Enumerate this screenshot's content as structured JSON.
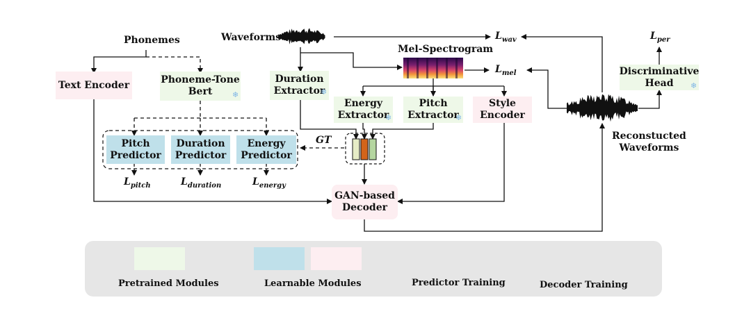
{
  "labels": {
    "phonemes": "Phonemes",
    "waveforms": "Waveforms",
    "mel_spectrogram": "Mel-Spectrogram",
    "reconstructed_waveforms": "Reconstucted\nWaveforms",
    "gt": "GT"
  },
  "modules": {
    "text_encoder": "Text Encoder",
    "phoneme_tone_bert": "Phoneme-Tone\nBert",
    "duration_extractor": "Duration\nExtractor",
    "energy_extractor": "Energy\nExtractor",
    "pitch_extractor": "Pitch\nExtractor",
    "style_encoder": "Style\nEncoder",
    "pitch_predictor": "Pitch\nPredictor",
    "duration_predictor": "Duration\nPredictor",
    "energy_predictor": "Energy\nPredictor",
    "gan_decoder": "GAN-based\nDecoder",
    "discriminative_head": "Discriminative\nHead"
  },
  "losses": {
    "wav": {
      "base": "L",
      "sub": "wav"
    },
    "mel": {
      "base": "L",
      "sub": "mel"
    },
    "per": {
      "base": "L",
      "sub": "per"
    },
    "pitch": {
      "base": "L",
      "sub": "pitch"
    },
    "duration": {
      "base": "L",
      "sub": "duration"
    },
    "energy": {
      "base": "L",
      "sub": "energy"
    }
  },
  "legend": {
    "pretrained": "Pretrained Modules",
    "learnable": "Learnable Modules",
    "predictor_training": "Predictor Training",
    "decoder_training": "Decoder Training"
  },
  "colors": {
    "pretrained": "#eef8e8",
    "learnable_blue": "#bfe0ea",
    "learnable_pink": "#fdeef1",
    "frozen_icon": "#7fb6e6",
    "legend_bg": "#e6e6e6",
    "ensemble_bar_1": "#e6ecc6",
    "ensemble_bar_2": "#d3641a",
    "ensemble_bar_3": "#b5d6a0"
  },
  "icons": {
    "frozen": "snowflake-icon"
  }
}
